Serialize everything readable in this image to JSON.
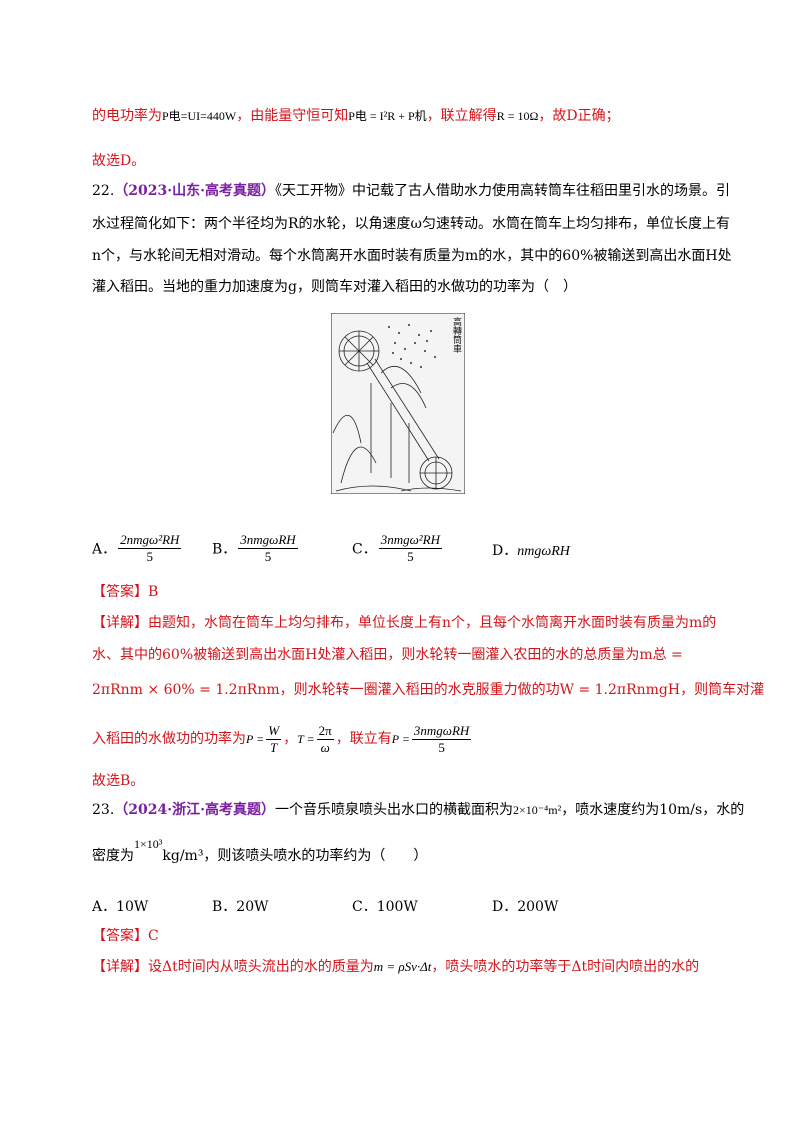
{
  "top": {
    "line1_a": "的电功率为",
    "line1_formula1": "P电=UI=440W",
    "line1_b": "，由能量守恒可知",
    "line1_formula2": "P电 = I²R + P机",
    "line1_c": "，联立解得",
    "line1_formula3": "R = 10Ω",
    "line1_d": "，故D正确；",
    "line2": "故选D。"
  },
  "q22": {
    "num": "22.",
    "tag": "（2023·山东·高考真题）",
    "line1_rest": "《天工开物》中记载了古人借助水力使用高转筒车往稻田里引水的场景。引",
    "line2": "水过程简化如下：两个半径均为R的水轮，以角速度ω匀速转动。水筒在筒车上均匀排布，单位长度上有",
    "line3": "n个，与水轮间无相对滑动。每个水筒离开水面时装有质量为m的水，其中的60%被输送到高出水面H处",
    "line4": "灌入稻田。当地的重力加速度为g，则筒车对灌入稻田的水做功的功率为（　）",
    "figure_caption": "高轉筒車",
    "options": {
      "A_label": "A．",
      "A_num": "2nmgω²RH",
      "A_den": "5",
      "B_label": "B．",
      "B_num": "3nmgωRH",
      "B_den": "5",
      "C_label": "C．",
      "C_num": "3nmgω²RH",
      "C_den": "5",
      "D_label": "D．",
      "D_text": "nmgωRH"
    },
    "answer": "【答案】B",
    "detail_label": "【详解】",
    "detail1": "由题知，水筒在筒车上均匀排布，单位长度上有n个，且每个水筒离开水面时装有质量为m的",
    "detail2": "水、其中的60%被输送到高出水面H处灌入稻田，则水轮转一圈灌入农田的水的总质量为m总 =",
    "detail3": "2πRnm × 60% = 1.2πRnm，则水轮转一圈灌入稻田的水克服重力做的功W = 1.2πRnmgH，则筒车对灌",
    "detail4_a": "入稻田的水做功的功率为",
    "detail4_f1_lhs": "P =",
    "detail4_f1_num": "W",
    "detail4_f1_den": "T",
    "detail4_sep": "，",
    "detail4_f2_lhs": "T =",
    "detail4_f2_num": "2π",
    "detail4_f2_den": "ω",
    "detail4_b": "，联立有",
    "detail4_f3_lhs": "P =",
    "detail4_f3_num": "3nmgωRH",
    "detail4_f3_den": "5",
    "conclusion": "故选B。"
  },
  "q23": {
    "num": "23.",
    "tag": "（2024·浙江·高考真题）",
    "line1_a": "一个音乐喷泉喷头出水口的横截面积为",
    "line1_formula": "2×10⁻⁴m²",
    "line1_b": "，喷水速度约为10m/s，水的",
    "density_sup": "1×10³",
    "line2_a": "密度为",
    "line2_b": "kg/m³，则该喷头喷水的功率约为（　　）",
    "options": {
      "A": "A．10W",
      "B": "B．20W",
      "C": "C．100W",
      "D": "D．200W"
    },
    "answer": "【答案】C",
    "detail_label": "【详解】",
    "detail1_a": "设Δt时间内从喷头流出的水的质量为",
    "detail1_formula": "m = ρSv·Δt",
    "detail1_b": "，喷头喷水的功率等于Δt时间内喷出的水的"
  },
  "colors": {
    "answer": "#d4141b",
    "tag": "#7b1fa2"
  }
}
